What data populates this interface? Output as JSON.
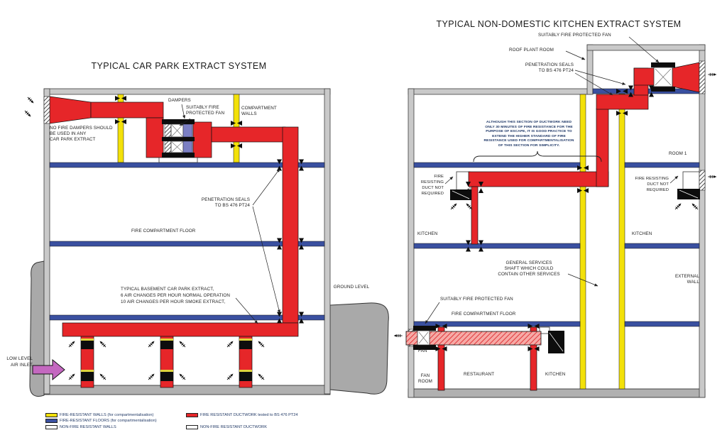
{
  "left": {
    "title": "TYPICAL CAR PARK EXTRACT SYSTEM",
    "labels": {
      "no_fire_dampers": "NO FIRE DAMPERS SHOULD\nBE USED IN ANY\nCAR PARK EXTRACT",
      "dampers": "DAMPERS",
      "protected_fan": "SUITABLY FIRE\nPROTECTED FAN",
      "compartment_walls": "COMPARTMENT\nWALLS",
      "penetration_seals": "PENETRATION SEALS\nTO BS 476 PT24",
      "fire_compartment_floor": "FIRE COMPARTMENT FLOOR",
      "basement_note": "TYPICAL BASEMENT CAR PARK EXTRACT,\n6 AIR CHANGES PER HOUR NORMAL OPERATION\n10 AIR CHANGES PER HOUR SMOKE EXTRACT,",
      "ground_level": "GROUND LEVEL",
      "low_level_air_inlet": "LOW LEVEL\nAIR INLET"
    }
  },
  "right": {
    "title": "TYPICAL NON-DOMESTIC KITCHEN EXTRACT SYSTEM",
    "labels": {
      "protected_fan_top": "SUITABLY FIRE PROTECTED FAN",
      "roof_plant_room": "ROOF PLANT ROOM",
      "penetration_seals": "PENETRATION SEALS\nTO BS 476 PT24",
      "duct_note": "ALTHOUGH THIS SECTION OF DUCTWORK NEED\nONLY 30 MINUTES OF FIRE RESISTANCE FOR THE\nPURPOSE OF ESCAPE, IT IS GOOD PRACTICE TO\nEXTEND THE HIGHER STANDARD OF FIRE\nRESISTANCE USED FOR COMPARTMENTALISATION\nOF THIS SECTION FOR SIMPLICITY.",
      "room1": "ROOM 1",
      "fire_resisting_left": "FIRE\nRESISTING\nDUCT NOT\nREQUIRED",
      "fire_resisting_right": "FIRE RESISTING\nDUCT NOT\nREQUIRED",
      "kitchen_upper_left": "KITCHEN",
      "kitchen_upper_right": "KITCHEN",
      "general_services": "GENERAL SERVICES\nSHAFT WHICH COULD\nCONTAIN OTHER SERVICES",
      "external_wall": "EXTERNAL\nWALL",
      "protected_fan_lower": "SUITABLY FIRE PROTECTED FAN",
      "fire_compartment_floor": "FIRE COMPARTMENT FLOOR",
      "fan": "FAN",
      "fan_room": "FAN\nROOM",
      "restaurant": "RESTAURANT",
      "kitchen_lower": "KITCHEN"
    }
  },
  "legend": {
    "items": [
      {
        "label": "FIRE-RESISTANT WALLS (for compartmentalisation)",
        "color": "#f3e10a"
      },
      {
        "label": "FIRE-RESISTANT FLOORS (for compartmentalisation)",
        "color": "#3a50a0"
      },
      {
        "label": "NON-FIRE RESISTANT WALLS",
        "color": "#ffffff"
      },
      {
        "label": "FIRE RESISTANT DUCTWORK tested to BS 476 PT24",
        "color": "#e62629"
      },
      {
        "label": "NON-FIRE RESISTANT DUCTWORK",
        "color": "#ffffff"
      }
    ]
  },
  "colors": {
    "fire_duct_red": "#e62629",
    "fire_wall_yellow": "#f3e10a",
    "fire_floor_blue": "#3a50a0",
    "fan_mount_purple": "#7b7fc3",
    "air_inlet_pink": "#c468c0",
    "wall_gray": "#c9c9c9",
    "ground_gray": "#a9a9a9",
    "note_blue": "#1d3666"
  }
}
